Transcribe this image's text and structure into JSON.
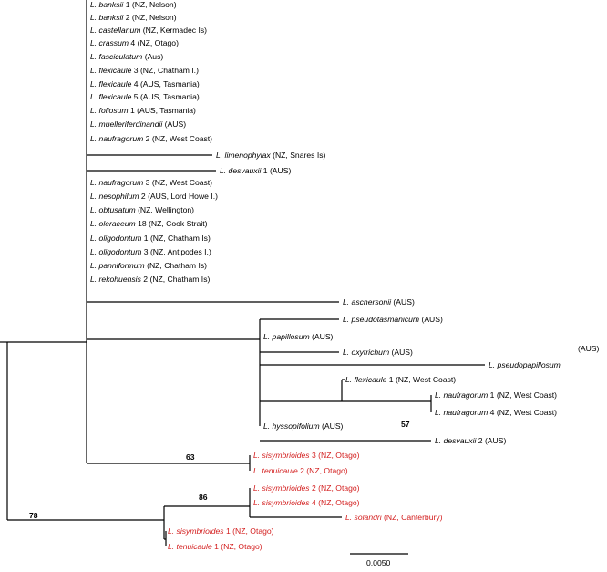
{
  "tree": {
    "taxa": [
      {
        "genus": "L.",
        "species": "banksii",
        "suffix": " 1 (NZ, Nelson)",
        "red": false
      },
      {
        "genus": "L.",
        "species": "banksii",
        "suffix": " 2 (NZ, Nelson)",
        "red": false
      },
      {
        "genus": "L.",
        "species": "castellanum",
        "suffix": " (NZ, Kermadec Is)",
        "red": false
      },
      {
        "genus": "L.",
        "species": "crassum",
        "suffix": " 4 (NZ, Otago)",
        "red": false
      },
      {
        "genus": "L.",
        "species": "fasciculatum",
        "suffix": " (Aus)",
        "red": false
      },
      {
        "genus": "L.",
        "species": "flexicaule",
        "suffix": " 3 (NZ, Chatham I.)",
        "red": false
      },
      {
        "genus": "L.",
        "species": "flexicaule",
        "suffix": " 4 (AUS, Tasmania)",
        "red": false
      },
      {
        "genus": "L.",
        "species": "flexicaule",
        "suffix": " 5 (AUS, Tasmania)",
        "red": false
      },
      {
        "genus": "L.",
        "species": "foliosum",
        "suffix": " 1 (AUS, Tasmania)",
        "red": false
      },
      {
        "genus": "L.",
        "species": "muelleriferdinandii",
        "suffix": " (AUS)",
        "red": false
      },
      {
        "genus": "L.",
        "species": "naufragorum",
        "suffix": " 2 (NZ, West Coast)",
        "red": false
      },
      {
        "genus": "L.",
        "species": "limenophylax",
        "suffix": " (NZ, Snares Is)",
        "red": false
      },
      {
        "genus": "L.",
        "species": "desvauxii",
        "suffix": " 1 (AUS)",
        "red": false
      },
      {
        "genus": "L.",
        "species": "naufragorum",
        "suffix": " 3 (NZ, West Coast)",
        "red": false
      },
      {
        "genus": "L.",
        "species": "nesophilum",
        "suffix": " 2 (AUS, Lord Howe I.)",
        "red": false
      },
      {
        "genus": "L.",
        "species": "obtusatum",
        "suffix": " (NZ, Wellington)",
        "red": false
      },
      {
        "genus": "L.",
        "species": "oleraceum",
        "suffix": " 18 (NZ, Cook Strait)",
        "red": false
      },
      {
        "genus": "L.",
        "species": "oligodontum",
        "suffix": " 1 (NZ, Chatham Is)",
        "red": false
      },
      {
        "genus": "L.",
        "species": "oligodontum",
        "suffix": " 3 (NZ, Antipodes I.)",
        "red": false
      },
      {
        "genus": "L.",
        "species": "panniformum",
        "suffix": " (NZ, Chatham Is)",
        "red": false
      },
      {
        "genus": "L.",
        "species": "rekohuensis",
        "suffix": " 2 (NZ, Chatham Is)",
        "red": false
      },
      {
        "genus": "L.",
        "species": "aschersonii",
        "suffix": " (AUS)",
        "red": false
      },
      {
        "genus": "L.",
        "species": "pseudotasmanicum",
        "suffix": " (AUS)",
        "red": false
      },
      {
        "genus": "L.",
        "species": "papillosum",
        "suffix": " (AUS)",
        "red": false
      },
      {
        "genus": "L.",
        "species": "oxytrichum",
        "suffix": " (AUS)",
        "red": false
      },
      {
        "genus": "L.",
        "species": "pseudopapillosum",
        "suffix": "",
        "red": false
      },
      {
        "genus": "L.",
        "species": "flexicaule",
        "suffix": " 1 (NZ, West Coast)",
        "red": false
      },
      {
        "genus": "L.",
        "species": "naufragorum",
        "suffix": " 1 (NZ, West Coast)",
        "red": false
      },
      {
        "genus": "L.",
        "species": "naufragorum",
        "suffix": " 4 (NZ, West Coast)",
        "red": false
      },
      {
        "genus": "L.",
        "species": "hyssopifolium",
        "suffix": " (AUS)",
        "red": false
      },
      {
        "genus": "L.",
        "species": "desvauxii",
        "suffix": " 2 (AUS)",
        "red": false
      },
      {
        "genus": "L.",
        "species": "sisymbrioides",
        "suffix": " 3 (NZ, Otago)",
        "red": true
      },
      {
        "genus": "L.",
        "species": "tenuicaule",
        "suffix": " 2 (NZ, Otago)",
        "red": true
      },
      {
        "genus": "L.",
        "species": "sisymbrioides",
        "suffix": " 2 (NZ, Otago)",
        "red": true
      },
      {
        "genus": "L.",
        "species": "sisymbrioides",
        "suffix": " 4 (NZ, Otago)",
        "red": true
      },
      {
        "genus": "L.",
        "species": "solandri",
        "suffix": " (NZ, Canterbury)",
        "red": true
      },
      {
        "genus": "L.",
        "species": "sisymbrioides",
        "suffix": " 1 (NZ, Otago)",
        "red": true
      },
      {
        "genus": "L.",
        "species": "tenuicaule",
        "suffix": " 1 (NZ, Otago)",
        "red": true
      }
    ],
    "extra_label": "(AUS)",
    "support_values": [
      "63",
      "57",
      "86",
      "78"
    ],
    "scale_label": "0.0050",
    "colors": {
      "branch": "#000000",
      "highlight": "#d31d1d"
    }
  }
}
